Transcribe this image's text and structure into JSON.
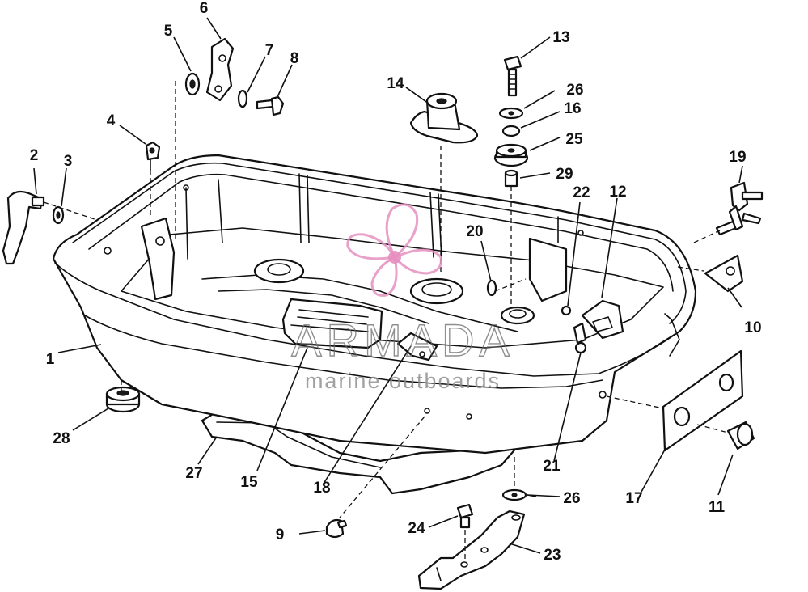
{
  "diagram": {
    "callouts": [
      "1",
      "2",
      "3",
      "4",
      "5",
      "6",
      "7",
      "8",
      "9",
      "10",
      "11",
      "12",
      "13",
      "14",
      "15",
      "16",
      "17",
      "18",
      "19",
      "20",
      "21",
      "22",
      "23",
      "24",
      "25",
      "26",
      "26",
      "27",
      "28",
      "29"
    ]
  },
  "watermark": {
    "brand": "ARMADA",
    "tagline": "marine outboards",
    "logo_color": "#e58fc0"
  },
  "colors": {
    "line": "#111111",
    "background": "#ffffff"
  }
}
